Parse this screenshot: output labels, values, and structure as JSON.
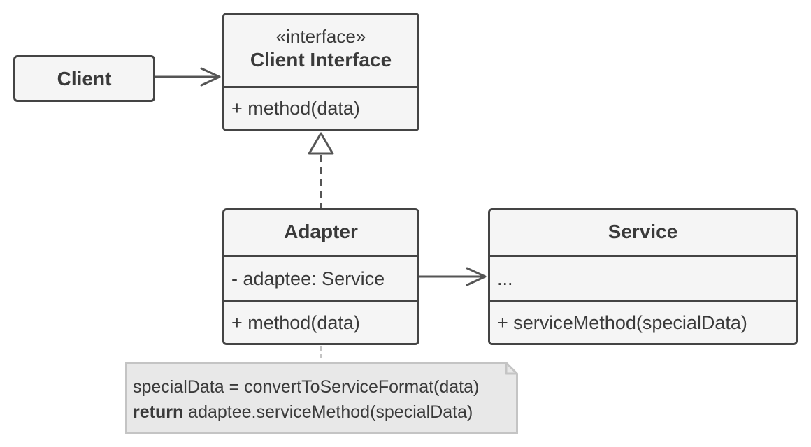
{
  "diagram": {
    "client": {
      "name": "Client"
    },
    "client_interface": {
      "stereotype": "«interface»",
      "name": "Client Interface",
      "methods": [
        "+ method(data)"
      ]
    },
    "adapter": {
      "name": "Adapter",
      "fields": [
        "- adaptee: Service"
      ],
      "methods": [
        "+ method(data)"
      ]
    },
    "service": {
      "name": "Service",
      "fields": [
        "..."
      ],
      "methods": [
        "+ serviceMethod(specialData)"
      ]
    },
    "note": {
      "line1": "specialData = convertToServiceFormat(data)",
      "line2_keyword": "return",
      "line2_rest": " adaptee.serviceMethod(specialData)"
    },
    "relations": [
      {
        "from": "Client",
        "to": "Client Interface",
        "type": "association"
      },
      {
        "from": "Adapter",
        "to": "Client Interface",
        "type": "realization"
      },
      {
        "from": "Adapter",
        "to": "Service",
        "type": "association"
      },
      {
        "from": "Adapter",
        "to": "note",
        "type": "note-link"
      }
    ],
    "colors": {
      "border": "#444444",
      "fill": "#f5f5f5",
      "note_fill": "#e8e8e8",
      "note_border": "#c4c4c4"
    }
  }
}
